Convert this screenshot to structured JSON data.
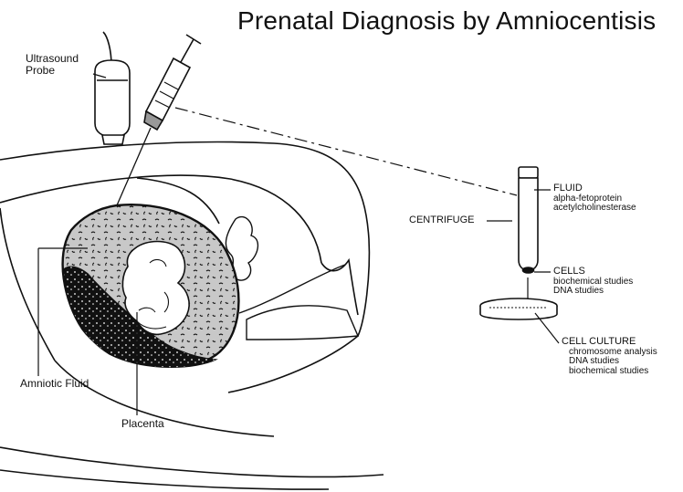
{
  "title": "Prenatal Diagnosis by Amniocentisis",
  "labels": {
    "probe_line1": "Ultrasound",
    "probe_line2": "Probe",
    "amniotic_fluid": "Amniotic Fluid",
    "placenta": "Placenta",
    "centrifuge": "CENTRIFUGE",
    "fluid": "FLUID",
    "fluid_item1": "alpha-fetoprotein",
    "fluid_item2": "acetylcholinesterase",
    "cells": "CELLS",
    "cells_item1": "biochemical studies",
    "cells_item2": "DNA studies",
    "culture": "CELL CULTURE",
    "culture_item1": "chromosome analysis",
    "culture_item2": "DNA studies",
    "culture_item3": "biochemical studies"
  },
  "colors": {
    "ink": "#111111",
    "fluid_fill": "#c8c8c8",
    "placenta_fill": "#111111",
    "background": "#ffffff"
  }
}
